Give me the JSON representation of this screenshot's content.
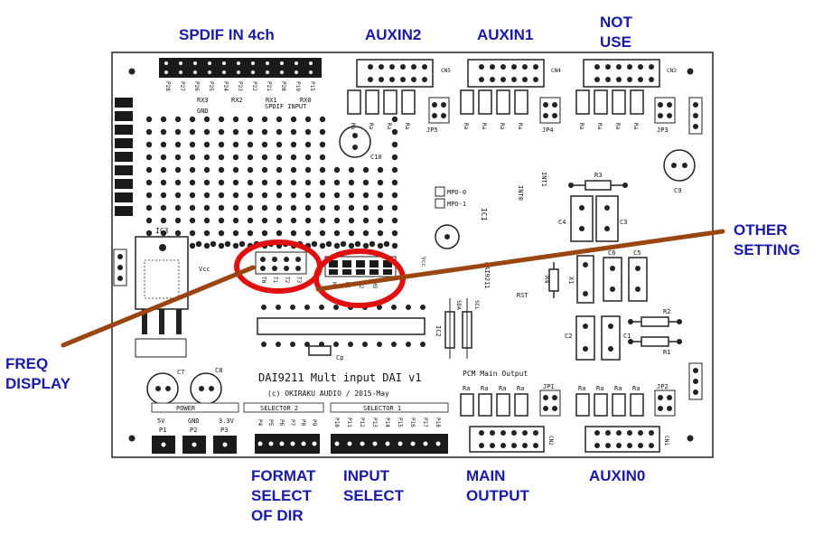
{
  "callouts": {
    "spdif": "SPDIF IN 4ch",
    "auxin2": "AUXIN2",
    "auxin1": "AUXIN1",
    "not_use": [
      "NOT",
      "USE"
    ],
    "other_setting": [
      "OTHER",
      "SETTING"
    ],
    "freq_display": [
      "FREQ",
      "DISPLAY"
    ],
    "format_select": [
      "FORMAT",
      "SELECT",
      "OF DIR"
    ],
    "input_select": [
      "INPUT",
      "SELECT"
    ],
    "main_output": [
      "MAIN",
      "OUTPUT"
    ],
    "auxin0": "AUXIN0"
  },
  "board": {
    "title": "DAI9211 Mult input DAI v1",
    "copyright": "(c) OKIRAKU AUDIO / 2015-May",
    "pcm_main_output": "PCM Main Output",
    "spdif_input": "SPDIF INPUT",
    "power": "POWER",
    "selector2": "SELECTOR 2",
    "selector1": "SELECTOR 1",
    "power_pins": [
      "5V",
      "GND",
      "3.3V"
    ],
    "power_refs": [
      "P1",
      "P2",
      "P3"
    ],
    "spdif_pins": [
      "P28",
      "P27",
      "P26",
      "P25",
      "P24",
      "P23",
      "P22",
      "P21",
      "P20",
      "P19",
      "P15"
    ],
    "rx_labels": [
      "RX3",
      "RX2",
      "RX1",
      "RX0"
    ],
    "gnd": "GND",
    "vcc": "Vcc",
    "rst": "RST",
    "sda": "SDA",
    "scl": "SCL",
    "freq_pins": [
      "T0",
      "T1",
      "T2",
      "T3"
    ],
    "mode_pins": [
      "M0",
      "M1",
      "M2",
      "M3"
    ],
    "selector1_pins": [
      "P10",
      "P11",
      "P12",
      "P13",
      "P14",
      "P15",
      "P16",
      "P17",
      "P18"
    ],
    "selector2_pins": [
      "P4",
      "P5",
      "P6",
      "P7",
      "P8",
      "P9"
    ],
    "parts": {
      "ic1": "IC1",
      "ic2": "IC2",
      "ic3": "IC3",
      "dai": "DAI9211",
      "c7": "C7",
      "c8": "C8",
      "c9": "C9",
      "c10": "C10",
      "c1": "C1",
      "c2": "C2",
      "c3": "C3",
      "c4": "C4",
      "c5": "C5",
      "c6": "C6",
      "r1": "R1",
      "r2": "R2",
      "r3": "R3",
      "r4": "R4",
      "x1": "X1",
      "cp": "Cp",
      "jp1": "JP1",
      "jp2": "JP2",
      "jp3": "JP3",
      "jp4": "JP4",
      "jp5": "JP5",
      "mpo0": "MPO-0",
      "mpo1": "MPO-1",
      "int0": "INT0",
      "int1": "INT1",
      "ra": "Ra",
      "cn1": "CN1",
      "cn2": "CN2",
      "cn3": "CN3",
      "cn4": "CN4",
      "cn5": "CN5"
    }
  }
}
